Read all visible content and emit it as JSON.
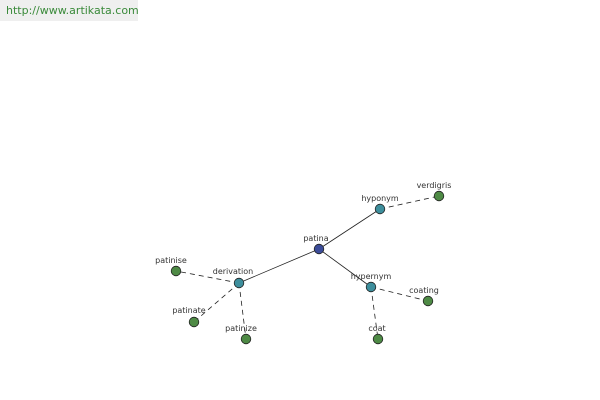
{
  "header": {
    "url": "http://www.artikata.com"
  },
  "colors": {
    "center": "#3b4c99",
    "relation": "#3d8e9c",
    "word": "#4e8a45"
  },
  "graph": {
    "nodes": [
      {
        "id": "patina",
        "label": "patina",
        "kind": "center"
      },
      {
        "id": "hyponym",
        "label": "hyponym",
        "kind": "relation"
      },
      {
        "id": "verdigris",
        "label": "verdigris",
        "kind": "word"
      },
      {
        "id": "derivation",
        "label": "derivation",
        "kind": "relation"
      },
      {
        "id": "patinise",
        "label": "patinise",
        "kind": "word"
      },
      {
        "id": "patinate",
        "label": "patinate",
        "kind": "word"
      },
      {
        "id": "patinize",
        "label": "patinize",
        "kind": "word"
      },
      {
        "id": "hypernym",
        "label": "hypernym",
        "kind": "relation"
      },
      {
        "id": "coating",
        "label": "coating",
        "kind": "word"
      },
      {
        "id": "coat",
        "label": "coat",
        "kind": "word"
      }
    ],
    "edges": [
      {
        "from": "patina",
        "to": "hyponym",
        "style": "solid"
      },
      {
        "from": "patina",
        "to": "derivation",
        "style": "solid"
      },
      {
        "from": "patina",
        "to": "hypernym",
        "style": "solid"
      },
      {
        "from": "hyponym",
        "to": "verdigris",
        "style": "dashed"
      },
      {
        "from": "derivation",
        "to": "patinise",
        "style": "dashed"
      },
      {
        "from": "derivation",
        "to": "patinate",
        "style": "dashed"
      },
      {
        "from": "derivation",
        "to": "patinize",
        "style": "dashed"
      },
      {
        "from": "hypernym",
        "to": "coating",
        "style": "dashed"
      },
      {
        "from": "hypernym",
        "to": "coat",
        "style": "dashed"
      }
    ]
  }
}
